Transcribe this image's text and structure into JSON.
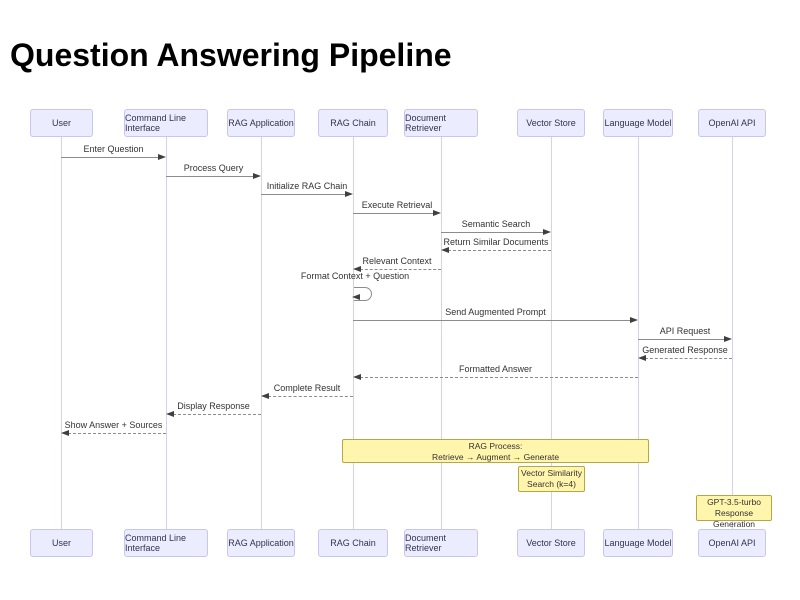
{
  "title": "Question Answering Pipeline",
  "actors": [
    {
      "label": "User"
    },
    {
      "label": "Command Line Interface"
    },
    {
      "label": "RAG Application"
    },
    {
      "label": "RAG Chain"
    },
    {
      "label": "Document Retriever"
    },
    {
      "label": "Vector Store"
    },
    {
      "label": "Language Model"
    },
    {
      "label": "OpenAI API"
    }
  ],
  "messages": [
    {
      "label": "Enter Question",
      "from": "User",
      "to": "Command Line Interface",
      "style": "solid"
    },
    {
      "label": "Process Query",
      "from": "Command Line Interface",
      "to": "RAG Application",
      "style": "solid"
    },
    {
      "label": "Initialize RAG Chain",
      "from": "RAG Application",
      "to": "RAG Chain",
      "style": "solid"
    },
    {
      "label": "Execute Retrieval",
      "from": "RAG Chain",
      "to": "Document Retriever",
      "style": "solid"
    },
    {
      "label": "Semantic Search",
      "from": "Document Retriever",
      "to": "Vector Store",
      "style": "solid"
    },
    {
      "label": "Return Similar Documents",
      "from": "Vector Store",
      "to": "Document Retriever",
      "style": "dashed"
    },
    {
      "label": "Relevant Context",
      "from": "Document Retriever",
      "to": "RAG Chain",
      "style": "dashed"
    },
    {
      "label": "Format Context + Question",
      "from": "RAG Chain",
      "to": "RAG Chain",
      "style": "self"
    },
    {
      "label": "Send Augmented Prompt",
      "from": "RAG Chain",
      "to": "Language Model",
      "style": "solid"
    },
    {
      "label": "API Request",
      "from": "Language Model",
      "to": "OpenAI API",
      "style": "solid"
    },
    {
      "label": "Generated Response",
      "from": "OpenAI API",
      "to": "Language Model",
      "style": "dashed"
    },
    {
      "label": "Formatted Answer",
      "from": "Language Model",
      "to": "RAG Chain",
      "style": "dashed"
    },
    {
      "label": "Complete Result",
      "from": "RAG Chain",
      "to": "RAG Application",
      "style": "dashed"
    },
    {
      "label": "Display Response",
      "from": "RAG Application",
      "to": "Command Line Interface",
      "style": "dashed"
    },
    {
      "label": "Show Answer + Sources",
      "from": "Command Line Interface",
      "to": "User",
      "style": "dashed"
    }
  ],
  "notes": [
    {
      "line1": "RAG Process:",
      "line2": "Retrieve → Augment → Generate",
      "over": "RAG Chain to Language Model"
    },
    {
      "line1": "Vector Similarity",
      "line2": "Search (k=4)",
      "over": "Vector Store"
    },
    {
      "line1": "GPT-3.5-turbo",
      "line2": "Response Generation",
      "over": "OpenAI API"
    }
  ],
  "colors": {
    "actor_fill": "#ECECFF",
    "actor_border": "#C9C5F2",
    "lifeline": "#D5D2EA",
    "note_fill": "#FFF5AD",
    "note_border": "#B4A843",
    "arrow_line": "#8C8C8C",
    "arrow_head": "#3F3F3F",
    "text": "#333333"
  }
}
